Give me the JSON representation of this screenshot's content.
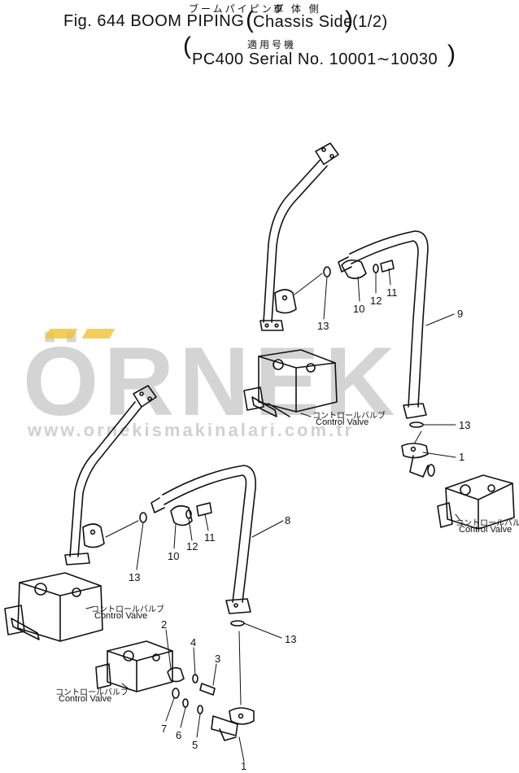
{
  "header": {
    "title_jp": "ブームパイピング",
    "bracket_jp": "車 体 側",
    "title_prefix": "Fig. 644 BOOM PIPING",
    "title_paren": "Chassis Side",
    "title_suffix": "(1/2)",
    "applic_jp": "適用号機",
    "serial": "PC400 Serial No. 10001∼10030"
  },
  "watermark": {
    "brand": "ÖRNEK",
    "url": "www.ornekismakinalari.com.tr"
  },
  "labels": {
    "valve_jp": "コントロールバルブ",
    "valve_en": "Control Valve"
  },
  "parts": {
    "p1": "1",
    "p2": "2",
    "p3": "3",
    "p4": "4",
    "p5": "5",
    "p6": "6",
    "p7": "7",
    "p8": "8",
    "p9": "9",
    "p10": "10",
    "p11": "11",
    "p12": "12",
    "p13": "13"
  },
  "colors": {
    "ink": "#111111",
    "watermark": "#c9c9c9",
    "watermark_accent": "#f2c230"
  }
}
